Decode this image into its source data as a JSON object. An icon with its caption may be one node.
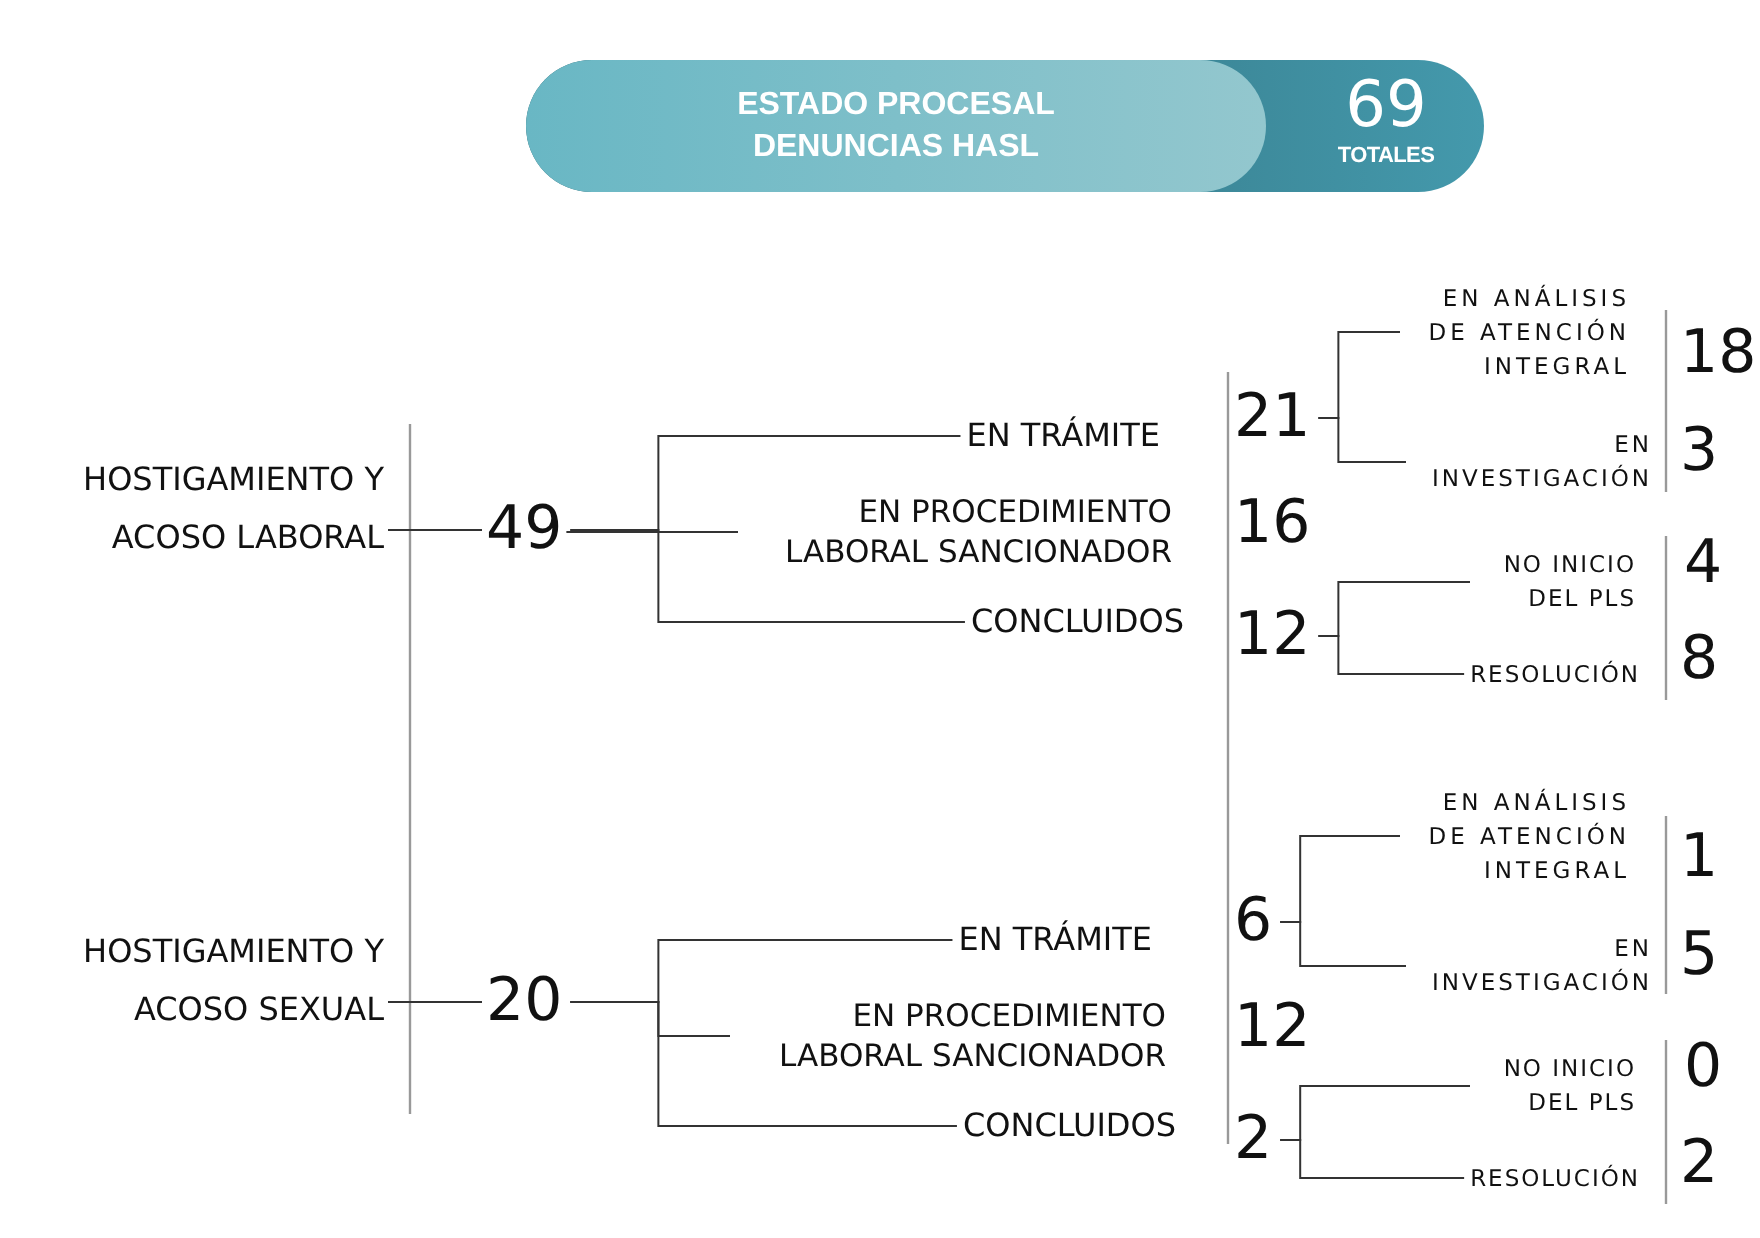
{
  "diagram": {
    "nodes": [
      {
        "text": [
          "ESTADO PROCESAL DENUNCIAS HASL",
          "69",
          "TOTALES"
        ]
      },
      {
        "text": [
          "HOSTIGAMIENTO Y ACOSO LABORAL"
        ]
      },
      {
        "text": [
          "49"
        ]
      },
      {
        "text": [
          "EN TRÁMITE"
        ]
      },
      {
        "text": [
          "EN PROCEDIMIENTO LABORAL SANCIONADOR"
        ]
      },
      {
        "text": [
          "CONCLUIDOS"
        ]
      },
      {
        "text": [
          "21"
        ]
      },
      {
        "text": [
          "16"
        ]
      },
      {
        "text": [
          "12"
        ]
      },
      {
        "text": [
          "EN ANÁLISIS DE ATENCIÓN INTEGRAL"
        ]
      },
      {
        "text": [
          "EN INVESTIGACIÓN"
        ]
      },
      {
        "text": [
          "18"
        ]
      },
      {
        "text": [
          "3"
        ]
      },
      {
        "text": [
          "NO INICIO DEL PLS"
        ]
      },
      {
        "text": [
          "RESOLUCIÓN"
        ]
      },
      {
        "text": [
          "4"
        ]
      },
      {
        "text": [
          "8"
        ]
      },
      {
        "text": [
          "HOSTIGAMIENTO Y ACOSO SEXUAL"
        ]
      },
      {
        "text": [
          "20"
        ]
      },
      {
        "text": [
          "EN TRÁMITE"
        ]
      },
      {
        "text": [
          "EN PROCEDIMIENTO LABORAL SANCIONADOR"
        ]
      },
      {
        "text": [
          "CONCLUIDOS"
        ]
      },
      {
        "text": [
          "6"
        ]
      },
      {
        "text": [
          "12"
        ]
      },
      {
        "text": [
          "2"
        ]
      },
      {
        "text": [
          "EN ANÁLISIS DE ATENCIÓN INTEGRAL"
        ]
      },
      {
        "text": [
          "EN INVESTIGACIÓN"
        ]
      },
      {
        "text": [
          "1"
        ]
      },
      {
        "text": [
          "5"
        ]
      },
      {
        "text": [
          "NO INICIO DEL PLS"
        ]
      },
      {
        "text": [
          "RESOLUCIÓN"
        ]
      },
      {
        "text": [
          "0"
        ]
      },
      {
        "text": [
          "2"
        ]
      }
    ],
    "edges": [
      {
        "from": 1,
        "to": 2,
        "arrow": "none"
      },
      {
        "from": 2,
        "to": 3,
        "arrow": "none"
      },
      {
        "from": 2,
        "to": 4,
        "arrow": "none"
      },
      {
        "from": 2,
        "to": 5,
        "arrow": "none"
      },
      {
        "from": 6,
        "to": 9,
        "arrow": "none"
      },
      {
        "from": 6,
        "to": 10,
        "arrow": "none"
      },
      {
        "from": 8,
        "to": 13,
        "arrow": "none"
      },
      {
        "from": 8,
        "to": 14,
        "arrow": "none"
      },
      {
        "from": 17,
        "to": 18,
        "arrow": "none"
      },
      {
        "from": 18,
        "to": 19,
        "arrow": "none"
      },
      {
        "from": 18,
        "to": 20,
        "arrow": "none"
      },
      {
        "from": 18,
        "to": 21,
        "arrow": "none"
      },
      {
        "from": 22,
        "to": 25,
        "arrow": "none"
      },
      {
        "from": 22,
        "to": 26,
        "arrow": "none"
      },
      {
        "from": 24,
        "to": 29,
        "arrow": "none"
      },
      {
        "from": 24,
        "to": 30,
        "arrow": "none"
      }
    ]
  }
}
